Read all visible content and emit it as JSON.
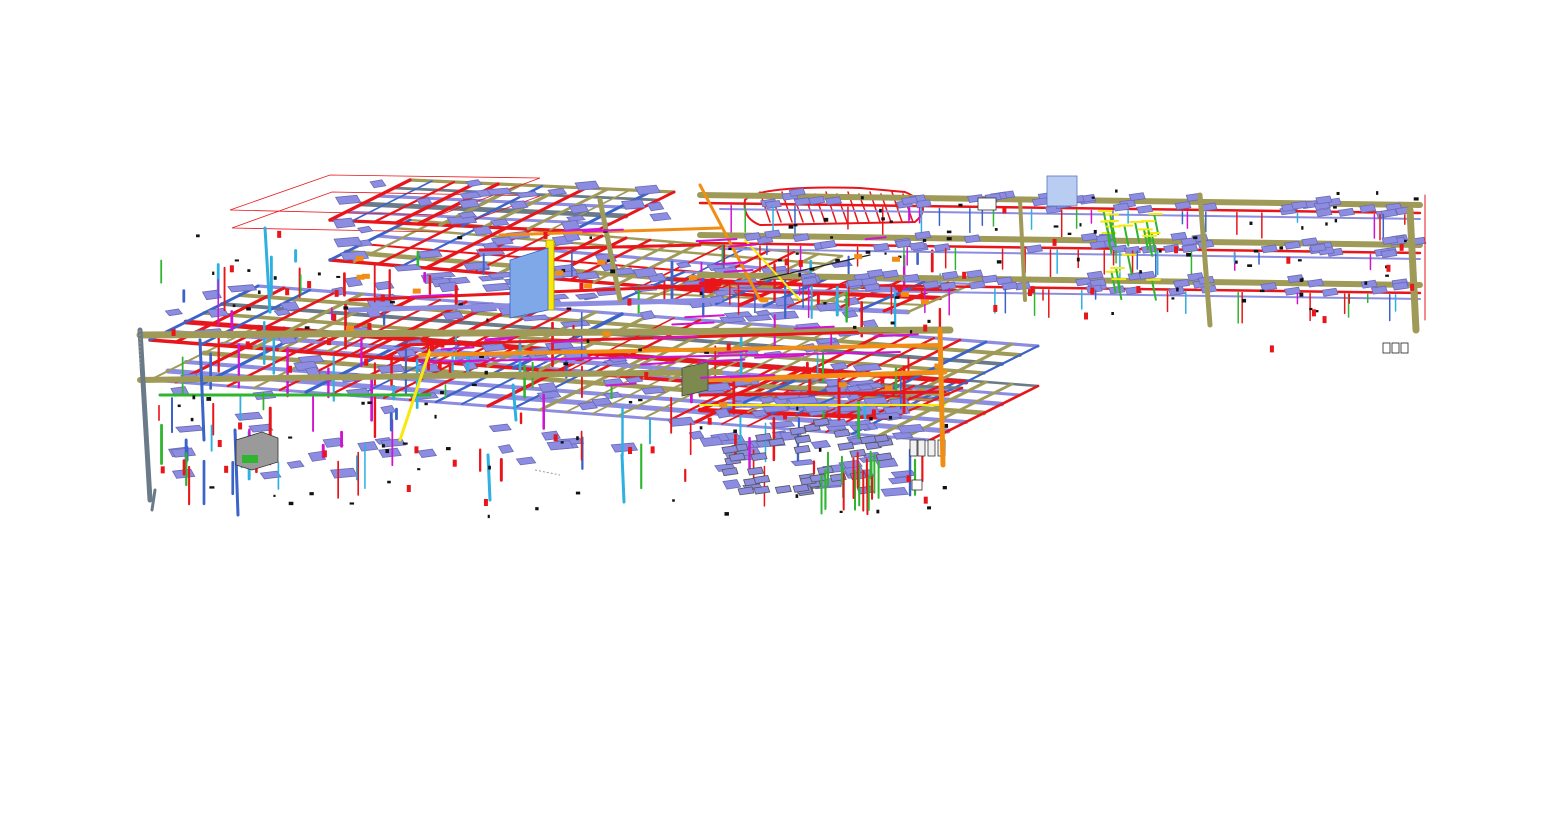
{
  "model": {
    "type": "bim-mep-isometric",
    "systems": [
      {
        "name": "fire-sprinkler",
        "color": "#e8151b"
      },
      {
        "name": "supply-duct",
        "color": "#8c8de0"
      },
      {
        "name": "return-duct",
        "color": "#a09a58"
      },
      {
        "name": "chilled-water",
        "color": "#2eb0e0"
      },
      {
        "name": "domestic-water",
        "color": "#3b63c8"
      },
      {
        "name": "hot-water",
        "color": "#f18d14"
      },
      {
        "name": "gas",
        "color": "#f7e90c"
      },
      {
        "name": "drainage",
        "color": "#2fb52f"
      },
      {
        "name": "electrical",
        "color": "#d014d0"
      },
      {
        "name": "exhaust-duct",
        "color": "#6a7a88"
      }
    ],
    "equipment_color": "#b9cdf3"
  }
}
